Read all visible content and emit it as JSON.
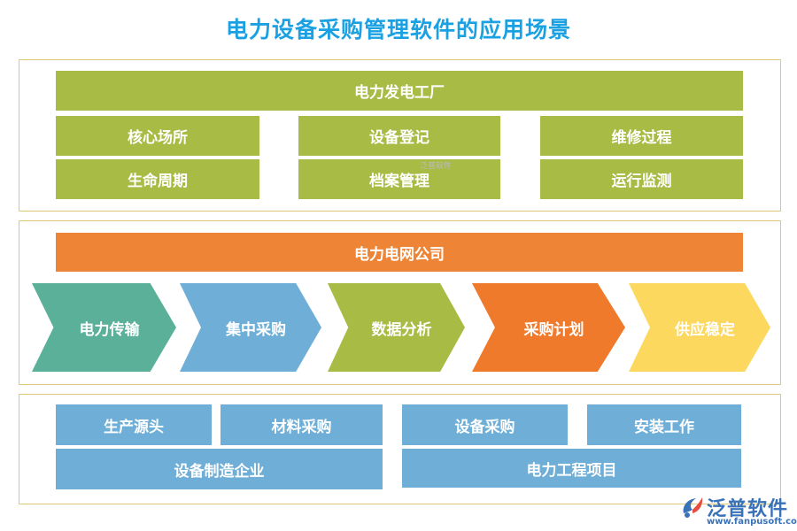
{
  "title": "电力设备采购管理软件的应用场景",
  "section1": {
    "header": "电力发电工厂",
    "items": [
      "核心场所",
      "设备登记",
      "维修过程",
      "生命周期",
      "档案管理",
      "运行监测"
    ]
  },
  "section2": {
    "header": "电力电网公司",
    "flow": [
      "电力传输",
      "集中采购",
      "数据分析",
      "采购计划",
      "供应稳定"
    ]
  },
  "section3": {
    "left": [
      "生产源头",
      "材料采购",
      "设备制造企业"
    ],
    "right": [
      "设备采购",
      "安装工作",
      "电力工程项目"
    ]
  },
  "watermark": "泛普软件",
  "logo": {
    "name": "泛普软件",
    "url": "www.fanpusoft.com"
  },
  "colors": {
    "title": "#1ba1e2",
    "green": "#a8bc45",
    "orange": "#ee8536",
    "blue": "#6eaed7",
    "teal": "#5bb09a",
    "panel_border": "#e2c97a",
    "yellow": "#fcd85e"
  }
}
